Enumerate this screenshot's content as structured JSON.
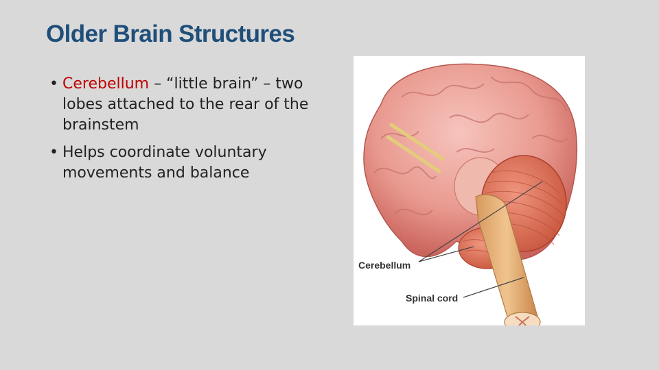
{
  "slide": {
    "title": "Older Brain Structures",
    "bullets": [
      {
        "term": "Cerebellum",
        "text": " – “little brain” – two lobes attached to the rear of the brainstem"
      },
      {
        "term": "",
        "text": "Helps coordinate voluntary movements and balance"
      }
    ]
  },
  "figure": {
    "labels": {
      "cerebellum": "Cerebellum",
      "spinal_cord": "Spinal cord"
    }
  },
  "colors": {
    "title": "#1f4e79",
    "term": "#c00000",
    "background": "#d9d9d9"
  }
}
